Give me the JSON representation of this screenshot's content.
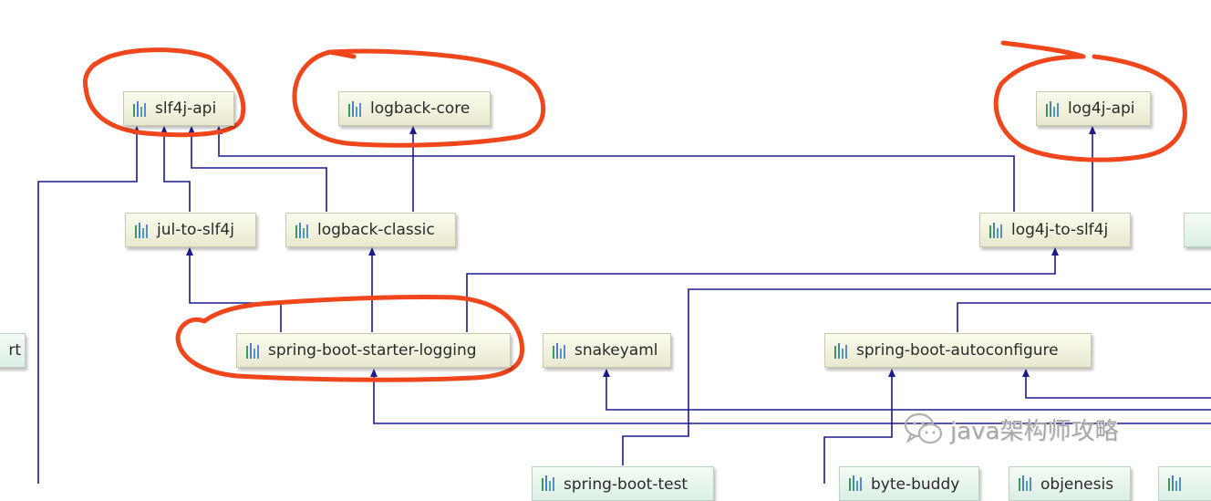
{
  "graph": {
    "nodes": {
      "slf4j_api": "slf4j-api",
      "logback_core": "logback-core",
      "log4j_api": "log4j-api",
      "jul_to_slf4j": "jul-to-slf4j",
      "logback_classic": "logback-classic",
      "log4j_to_slf4j": "log4j-to-slf4j",
      "spring_boot_starter_logging": "spring-boot-starter-logging",
      "snakeyaml": "snakeyaml",
      "spring_boot_autoconfigure": "spring-boot-autoconfigure",
      "partial_left": "rt",
      "partial_spring_boot_test": "spring-boot-test",
      "partial_byte_buddy": "byte-buddy",
      "partial_objenesis": "objenesis"
    },
    "colors": {
      "edge": "#1b1b8c",
      "highlight": "#f0461c",
      "node_bg": "#f2f2dd"
    },
    "highlighted": [
      "slf4j-api",
      "logback-core",
      "log4j-api",
      "spring-boot-starter-logging"
    ]
  },
  "watermark": {
    "text": "java架构师攻略",
    "icon": "wechat-icon"
  }
}
